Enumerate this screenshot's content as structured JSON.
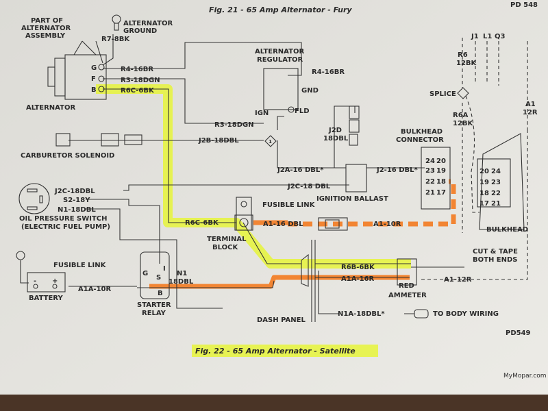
{
  "fig21": {
    "title": "Fig. 21 - 65 Amp Alternator - Fury",
    "code": "PD 548"
  },
  "fig22": {
    "title": "Fig. 22 - 65 Amp Alternator - Satellite",
    "code": "PD549"
  },
  "watermark": "MyMopar.com",
  "colors": {
    "yellow_highlight": "#e6f53a",
    "orange_highlight": "#f37a20",
    "paper": "#e4e3de"
  },
  "alternator": {
    "part_of": [
      "PART OF",
      "ALTERNATOR",
      "ASSEMBLY"
    ],
    "label": "ALTERNATOR",
    "ground": [
      "ALTERNATOR",
      "GROUND"
    ],
    "ground_wire": "R7-8BK",
    "terminals": [
      "G",
      "F",
      "B"
    ],
    "wires": [
      "R4-16BR",
      "R3-18DGN",
      "R6C-6BK"
    ]
  },
  "regulator": {
    "label": [
      "ALTERNATOR",
      "REGULATOR"
    ],
    "wire_r4": "R4-16BR",
    "gnd": "GND",
    "ign": "IGN",
    "fld": "FLD",
    "wire_r3": "R3-18DGN"
  },
  "carb": {
    "label": "CARBURETOR SOLENOID",
    "wire": "J2B-18DBL",
    "diamond": "1"
  },
  "ballast": {
    "j2a": "J2A-16 DBL*",
    "j2": "J2-16 DBL*",
    "j2c": "J2C-18 DBL",
    "j2d": [
      "J2D",
      "18DBL"
    ],
    "label": "IGNITION BALLAST"
  },
  "bulkhead_connector": {
    "label": [
      "BULKHEAD",
      "CONNECTOR"
    ],
    "cells": [
      [
        "24",
        "20"
      ],
      [
        "23",
        "19"
      ],
      [
        "22",
        "18"
      ],
      [
        "21",
        "17"
      ]
    ]
  },
  "bulkhead": {
    "label": "BULKHEAD",
    "cells": [
      [
        "20",
        "24"
      ],
      [
        "19",
        "23"
      ],
      [
        "18",
        "22"
      ],
      [
        "17",
        "21"
      ]
    ]
  },
  "splice": {
    "label": "SPLICE",
    "top": [
      "J1",
      "L1",
      "Q3"
    ],
    "r6": [
      "R6",
      "12BK"
    ],
    "r6a": [
      "R6A",
      "12BK"
    ],
    "a1": [
      "A1",
      "12R"
    ]
  },
  "oil": {
    "wires": [
      "J2C-18DBL",
      "S2-18Y",
      "N1-18DBL"
    ],
    "label": [
      "OIL PRESSURE SWITCH",
      "(ELECTRIC FUEL PUMP)"
    ]
  },
  "terminal": {
    "wire": "R6C-6BK",
    "label": [
      "TERMINAL",
      "BLOCK"
    ]
  },
  "fusible": {
    "label": "FUSIBLE LINK",
    "a1_16": "A1-16 DBL",
    "a1_10": "A1-10R"
  },
  "cut": [
    "CUT & TAPE",
    "BOTH ENDS"
  ],
  "battery": {
    "fusible": "FUSIBLE LINK",
    "wire": "A1A-10R",
    "label": "BATTERY",
    "minus": "-",
    "plus": "+"
  },
  "relay": {
    "label": [
      "STARTER",
      "RELAY"
    ],
    "g": "G",
    "s": "S",
    "b": "B",
    "i": "I",
    "n1": [
      "N1",
      "18DBL"
    ]
  },
  "ammeter": {
    "r6b": "R6B-6BK",
    "a1a": "A1A-16R",
    "red": "RED",
    "label": "AMMETER",
    "a1_12": "A1-12R"
  },
  "dash": {
    "label": "DASH PANEL",
    "n1a": "N1A-18DBL*",
    "body": "TO BODY WIRING"
  }
}
